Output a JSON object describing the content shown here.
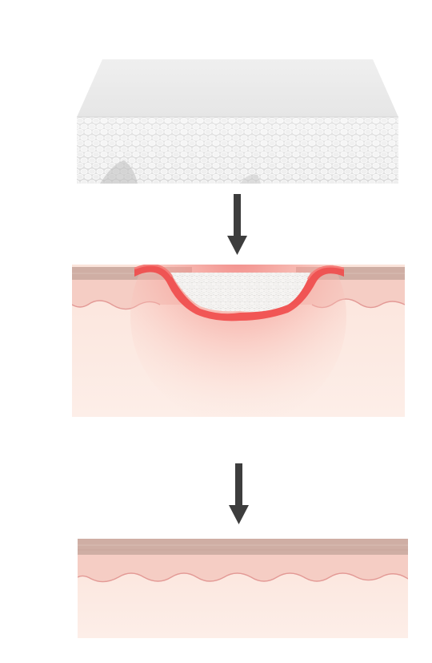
{
  "diagram": {
    "stages": [
      {
        "id": "dressing-block",
        "kind": "gel-matrix-block"
      },
      {
        "id": "wound-with-dressing",
        "kind": "skin-cross-section-wound"
      },
      {
        "id": "healed-skin",
        "kind": "skin-cross-section-healed"
      }
    ],
    "arrows": [
      {
        "id": "arrow-1",
        "icon": "down-arrow-icon",
        "color": "#3d3d3d"
      },
      {
        "id": "arrow-2",
        "icon": "down-arrow-icon",
        "color": "#3d3d3d"
      }
    ],
    "colors": {
      "dressing_top": "#ececec",
      "dressing_side": "#e3e3e3",
      "cell_outline": "#ffffff",
      "epidermis": "#cfaea4",
      "upper_dermis": "#f4cfc6",
      "lower_dermis": "#fbe6dd",
      "wound_red": "#ef4a4a",
      "arrow": "#3d3d3d"
    }
  }
}
